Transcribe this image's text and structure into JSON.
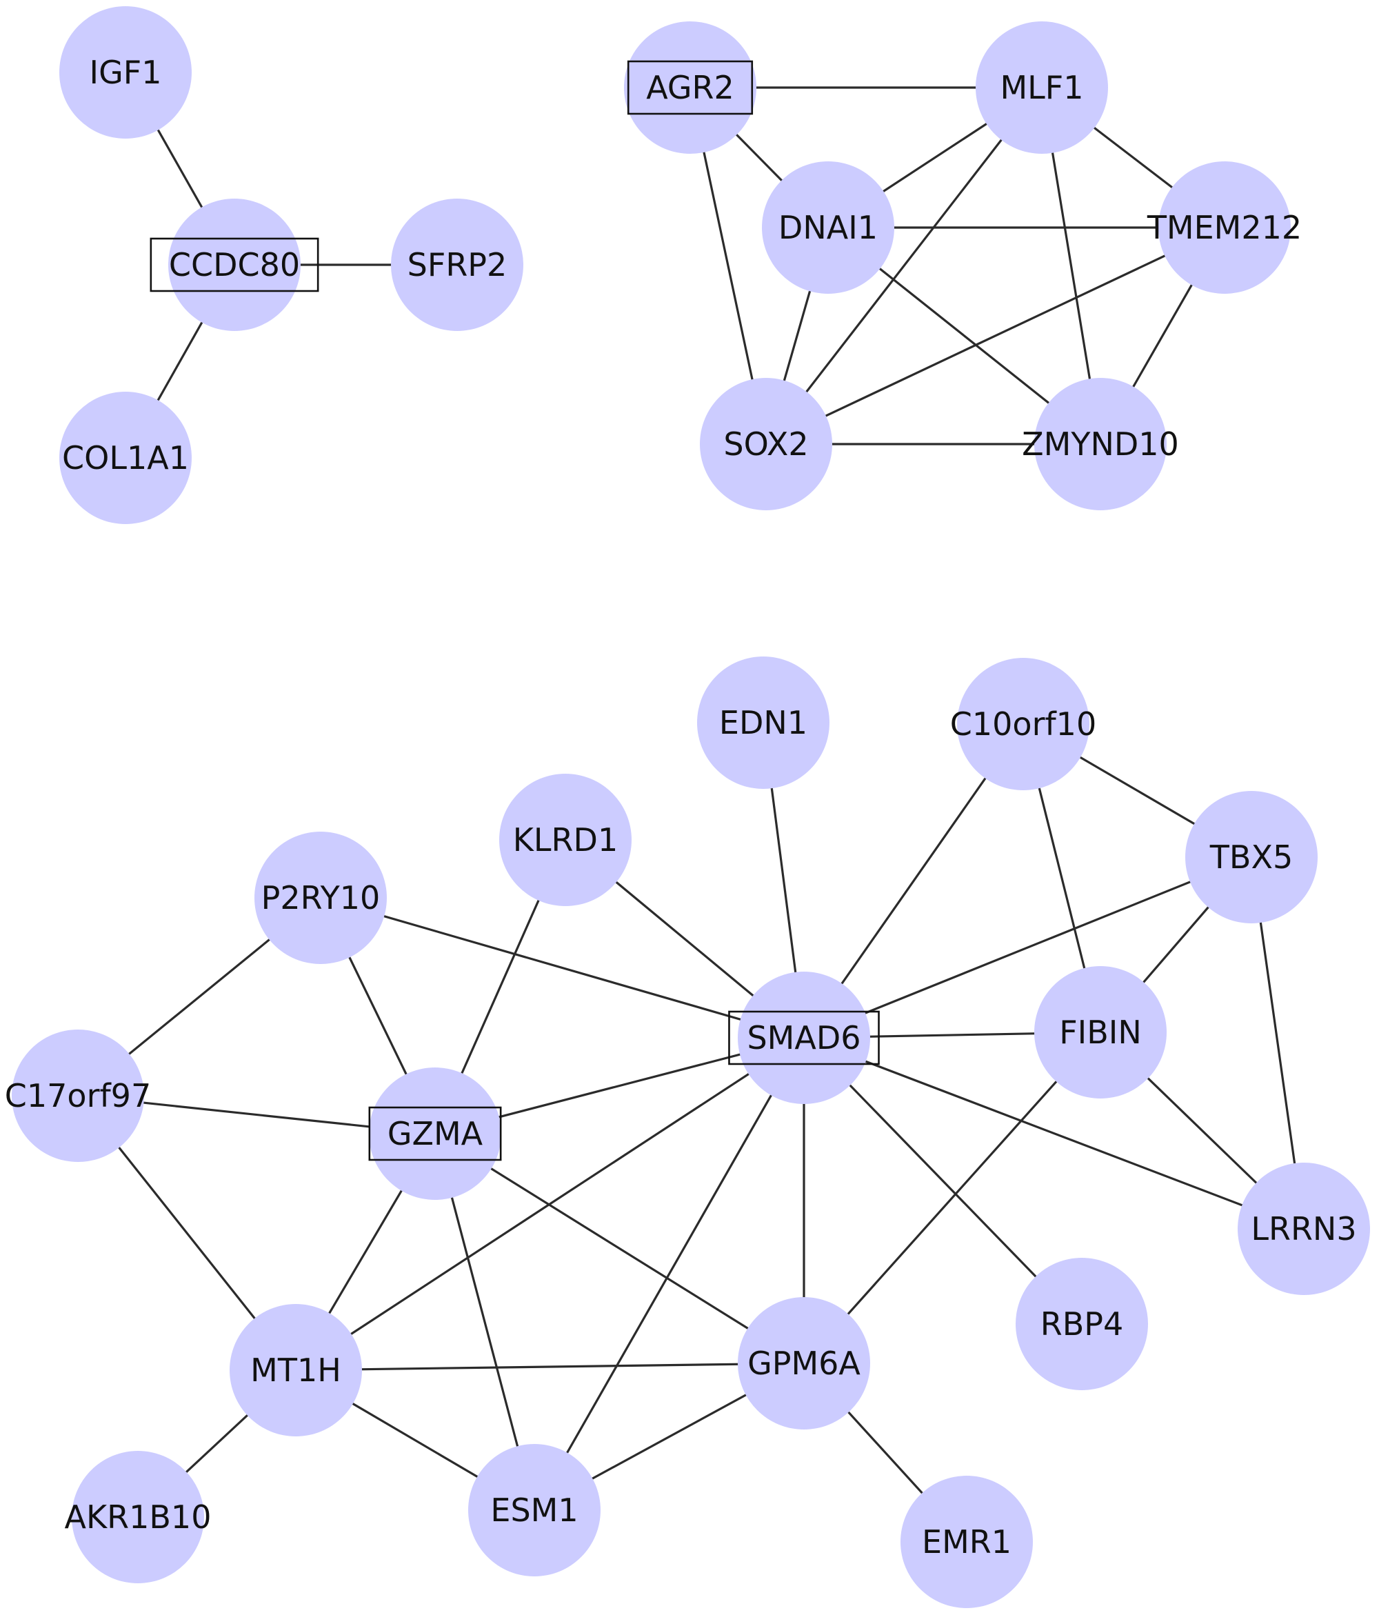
{
  "node_color": "#ccccff",
  "edge_color": "#2b2b2b",
  "nodes": [
    {
      "id": "IGF1",
      "label": "IGF1"
    },
    {
      "id": "CCDC80",
      "label": "CCDC80",
      "highlighted": true
    },
    {
      "id": "SFRP2",
      "label": "SFRP2"
    },
    {
      "id": "COL1A1",
      "label": "COL1A1"
    },
    {
      "id": "AGR2",
      "label": "AGR2",
      "highlighted": true
    },
    {
      "id": "MLF1",
      "label": "MLF1"
    },
    {
      "id": "DNAI1",
      "label": "DNAI1"
    },
    {
      "id": "TMEM212",
      "label": "TMEM212"
    },
    {
      "id": "SOX2",
      "label": "SOX2"
    },
    {
      "id": "ZMYND10",
      "label": "ZMYND10"
    },
    {
      "id": "EDN1",
      "label": "EDN1"
    },
    {
      "id": "C10orf10",
      "label": "C10orf10"
    },
    {
      "id": "KLRD1",
      "label": "KLRD1"
    },
    {
      "id": "TBX5",
      "label": "TBX5"
    },
    {
      "id": "P2RY10",
      "label": "P2RY10"
    },
    {
      "id": "SMAD6",
      "label": "SMAD6",
      "highlighted": true
    },
    {
      "id": "FIBIN",
      "label": "FIBIN"
    },
    {
      "id": "C17orf97",
      "label": "C17orf97"
    },
    {
      "id": "GZMA",
      "label": "GZMA",
      "highlighted": true
    },
    {
      "id": "LRRN3",
      "label": "LRRN3"
    },
    {
      "id": "RBP4",
      "label": "RBP4"
    },
    {
      "id": "MT1H",
      "label": "MT1H"
    },
    {
      "id": "GPM6A",
      "label": "GPM6A"
    },
    {
      "id": "AKR1B10",
      "label": "AKR1B10"
    },
    {
      "id": "ESM1",
      "label": "ESM1"
    },
    {
      "id": "EMR1",
      "label": "EMR1"
    }
  ],
  "edges": [
    [
      "IGF1",
      "CCDC80"
    ],
    [
      "CCDC80",
      "SFRP2"
    ],
    [
      "CCDC80",
      "COL1A1"
    ],
    [
      "AGR2",
      "MLF1"
    ],
    [
      "AGR2",
      "DNAI1"
    ],
    [
      "AGR2",
      "SOX2"
    ],
    [
      "MLF1",
      "DNAI1"
    ],
    [
      "MLF1",
      "TMEM212"
    ],
    [
      "MLF1",
      "SOX2"
    ],
    [
      "MLF1",
      "ZMYND10"
    ],
    [
      "DNAI1",
      "TMEM212"
    ],
    [
      "DNAI1",
      "SOX2"
    ],
    [
      "DNAI1",
      "ZMYND10"
    ],
    [
      "TMEM212",
      "SOX2"
    ],
    [
      "TMEM212",
      "ZMYND10"
    ],
    [
      "SOX2",
      "ZMYND10"
    ],
    [
      "EDN1",
      "SMAD6"
    ],
    [
      "C10orf10",
      "SMAD6"
    ],
    [
      "C10orf10",
      "TBX5"
    ],
    [
      "C10orf10",
      "FIBIN"
    ],
    [
      "KLRD1",
      "SMAD6"
    ],
    [
      "KLRD1",
      "GZMA"
    ],
    [
      "P2RY10",
      "SMAD6"
    ],
    [
      "P2RY10",
      "GZMA"
    ],
    [
      "P2RY10",
      "C17orf97"
    ],
    [
      "TBX5",
      "SMAD6"
    ],
    [
      "TBX5",
      "FIBIN"
    ],
    [
      "TBX5",
      "LRRN3"
    ],
    [
      "SMAD6",
      "FIBIN"
    ],
    [
      "SMAD6",
      "GZMA"
    ],
    [
      "SMAD6",
      "LRRN3"
    ],
    [
      "SMAD6",
      "RBP4"
    ],
    [
      "SMAD6",
      "MT1H"
    ],
    [
      "SMAD6",
      "GPM6A"
    ],
    [
      "SMAD6",
      "ESM1"
    ],
    [
      "FIBIN",
      "LRRN3"
    ],
    [
      "FIBIN",
      "GPM6A"
    ],
    [
      "C17orf97",
      "GZMA"
    ],
    [
      "C17orf97",
      "MT1H"
    ],
    [
      "GZMA",
      "MT1H"
    ],
    [
      "GZMA",
      "ESM1"
    ],
    [
      "GZMA",
      "GPM6A"
    ],
    [
      "MT1H",
      "GPM6A"
    ],
    [
      "MT1H",
      "ESM1"
    ],
    [
      "MT1H",
      "AKR1B10"
    ],
    [
      "GPM6A",
      "ESM1"
    ],
    [
      "GPM6A",
      "EMR1"
    ]
  ]
}
